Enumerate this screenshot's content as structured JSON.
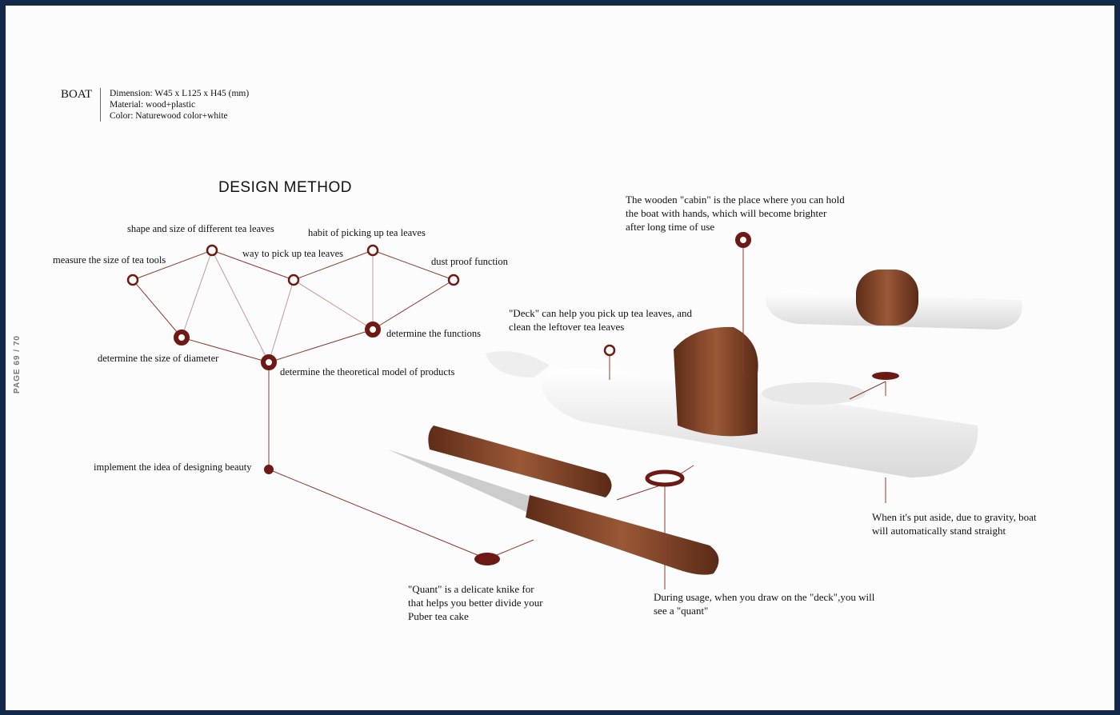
{
  "product": {
    "name": "BOAT",
    "specs": [
      "Dimension: W45 x L125 x H45 (mm)",
      "Material: wood+plastic",
      "Color: Naturewood color+white"
    ]
  },
  "page_indicator": "PAGE 69 / 70",
  "design_method": {
    "title": "DESIGN METHOD",
    "nodes": [
      "shape and size of different tea leaves",
      "habit of picking up tea leaves",
      "measure the size of tea tools",
      "way to pick up tea leaves",
      "dust proof function",
      "determine the functions",
      "determine the size of diameter",
      "determine the theoretical model of products",
      "implement the idea of designing beauty"
    ]
  },
  "annotations": {
    "cabin": [
      "The wooden \"cabin\" is the place where you can hold",
      "the boat with hands, which will become brighter",
      "after long time of use"
    ],
    "deck": [
      "\"Deck\" can help you pick up tea leaves, and",
      "clean the leftover tea leaves"
    ],
    "gravity": [
      "When it's put aside, due to gravity, boat",
      "will automatically stand straight"
    ],
    "quant": [
      "\"Quant\" is a delicate knike for",
      "that helps you better divide your",
      "Puber tea cake"
    ],
    "usage": [
      "During usage, when you draw on the \"deck\",you will",
      "see a \"quant\""
    ]
  },
  "colors": {
    "accent": "#6e1a14",
    "border": "#12294a",
    "wood": "#8a4a2c"
  }
}
